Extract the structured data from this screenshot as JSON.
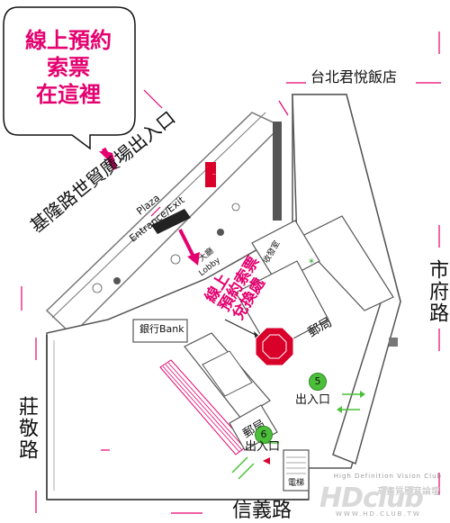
{
  "callout": {
    "lines": [
      "線上預約",
      "索票",
      "在這裡"
    ]
  },
  "streets": {
    "top_right": "台北君悅飯店",
    "diagonal": "基隆路世貿廣場出入口",
    "right": "市府路",
    "left": "莊敬路",
    "bottom": "信義路"
  },
  "entrance": {
    "name": "Plaza",
    "sub": "Entrance/Exit"
  },
  "lobby": {
    "cn": "大廳",
    "en": "Lobby"
  },
  "redeem": {
    "lines": [
      "線上",
      "預約索票",
      "兌換處"
    ]
  },
  "rooms": {
    "mailroom": "收發室",
    "post_office_1": "郵局",
    "post_office_2": "郵局",
    "bank": "銀行Bank",
    "elevator": "電梯"
  },
  "exits": [
    {
      "num": "5",
      "label": "出入口"
    },
    {
      "num": "6",
      "label": "出入口"
    }
  ],
  "logo": {
    "main": "HDclub",
    "tagline": "High Definition Vision Club",
    "cn": "高畫質影音論壇",
    "url": "WWW.HD.CLUB.TW"
  },
  "colors": {
    "accent": "#e5006f",
    "exit_green": "#4cbf3a",
    "wall": "#555555"
  }
}
